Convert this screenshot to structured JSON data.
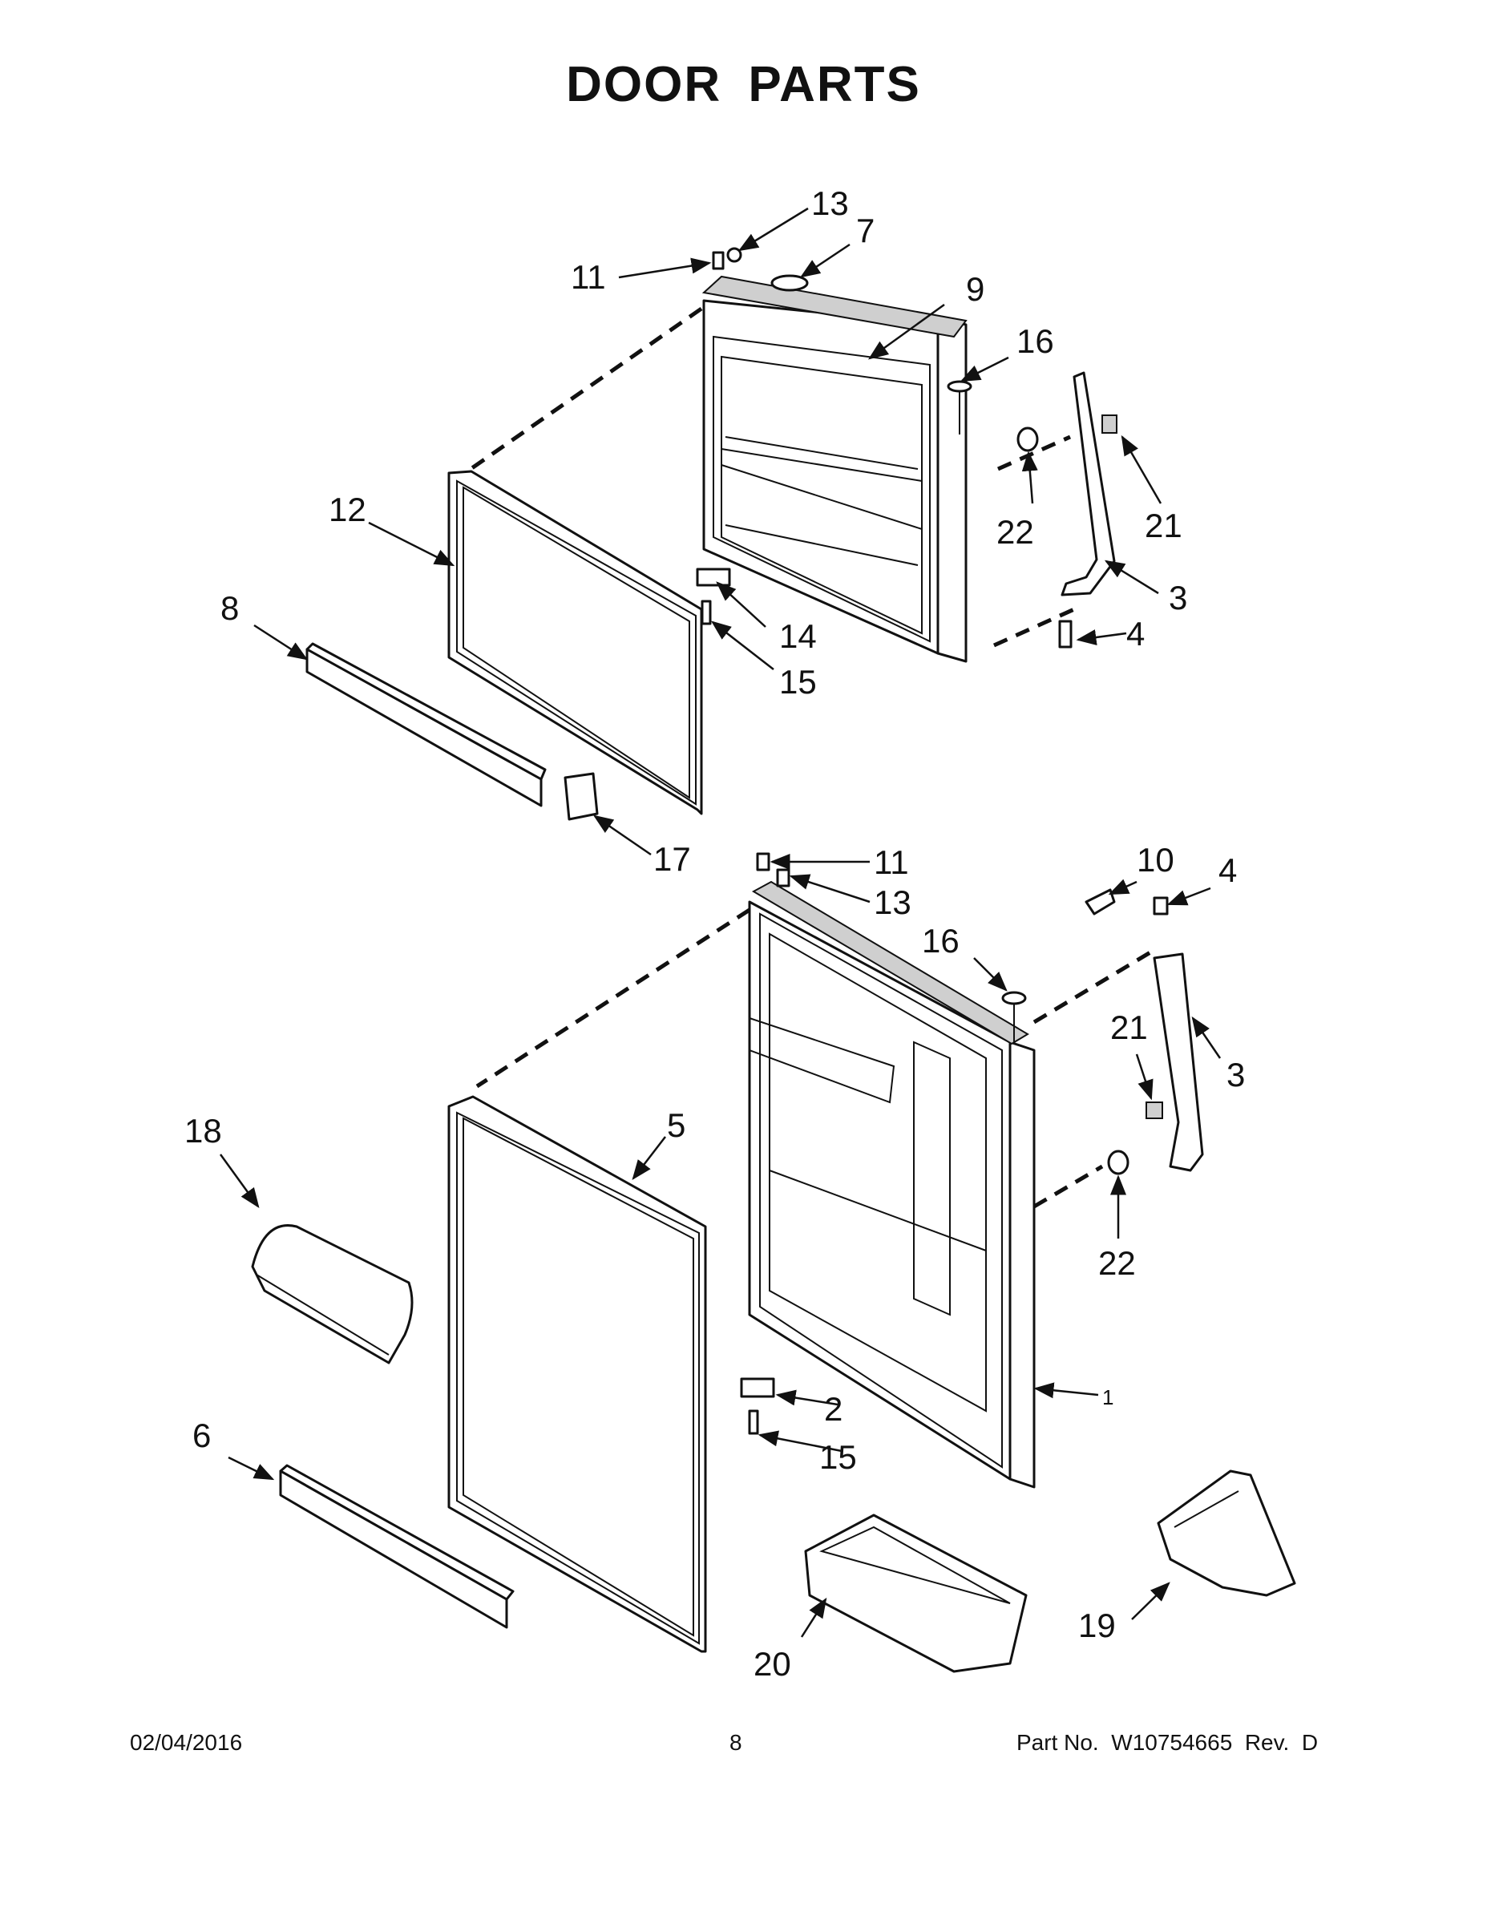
{
  "title": "DOOR PARTS",
  "callouts": {
    "c1": "1",
    "c2": "2",
    "c3_top": "3",
    "c3_bot": "3",
    "c4_top": "4",
    "c4_bot": "4",
    "c5": "5",
    "c6": "6",
    "c7": "7",
    "c8": "8",
    "c9": "9",
    "c10": "10",
    "c11_top": "11",
    "c11_bot": "11",
    "c12": "12",
    "c13_top": "13",
    "c13_bot": "13",
    "c14": "14",
    "c15_top": "15",
    "c15_bot": "15",
    "c16_top": "16",
    "c16_bot": "16",
    "c17": "17",
    "c18": "18",
    "c19": "19",
    "c20": "20",
    "c21_top": "21",
    "c21_bot": "21",
    "c22_top": "22",
    "c22_bot": "22"
  },
  "footer": {
    "date": "02/04/2016",
    "page": "8",
    "part_no": "Part No.  W10754665  Rev.  D"
  }
}
